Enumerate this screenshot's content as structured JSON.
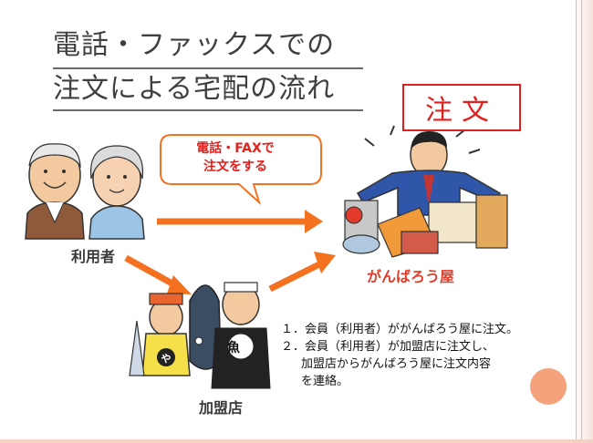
{
  "title": {
    "line1": "電話・ファックスでの",
    "line2": "注文による宅配の流れ"
  },
  "order_label": "注文",
  "callout": {
    "line1": "電話・FAXで",
    "line2": "注文をする"
  },
  "labels": {
    "user": "利用者",
    "store": "がんばろう屋",
    "member_store": "加盟店",
    "fish_char": "魚",
    "ya_char": "や"
  },
  "notes": [
    "１．会員（利用者）ががんばろう屋に注文。",
    "２．会員（利用者）が加盟店に注文し、",
    "加盟店からがんばろう屋に注文内容",
    "を連絡。"
  ],
  "colors": {
    "arrow": "#f4711f",
    "accent_red": "#e0201d",
    "store_label": "#e23b2a",
    "orange_circle": "#f4a27c"
  }
}
